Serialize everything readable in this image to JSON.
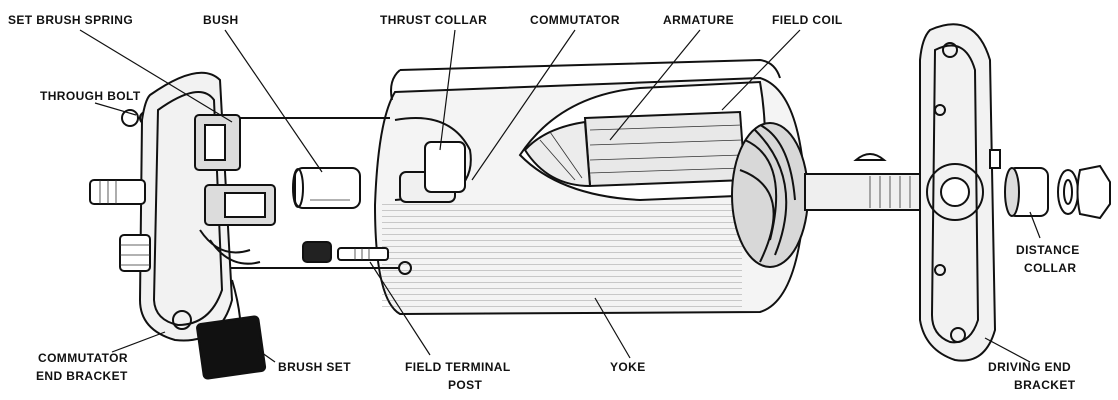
{
  "labels": {
    "set_brush_spring": "SET BRUSH SPRING",
    "bush": "BUSH",
    "thrust_collar": "THRUST COLLAR",
    "commutator": "COMMUTATOR",
    "armature": "ARMATURE",
    "field_coil": "FIELD COIL",
    "through_bolt": "THROUGH BOLT",
    "distance_collar_1": "DISTANCE",
    "distance_collar_2": "COLLAR",
    "commutator_end_bracket_1": "COMMUTATOR",
    "commutator_end_bracket_2": "END BRACKET",
    "brush_set": "BRUSH  SET",
    "field_terminal_post_1": "FIELD TERMINAL",
    "field_terminal_post_2": "POST",
    "yoke": "YOKE",
    "driving_end_bracket_1": "DRIVING END",
    "driving_end_bracket_2": "BRACKET"
  }
}
